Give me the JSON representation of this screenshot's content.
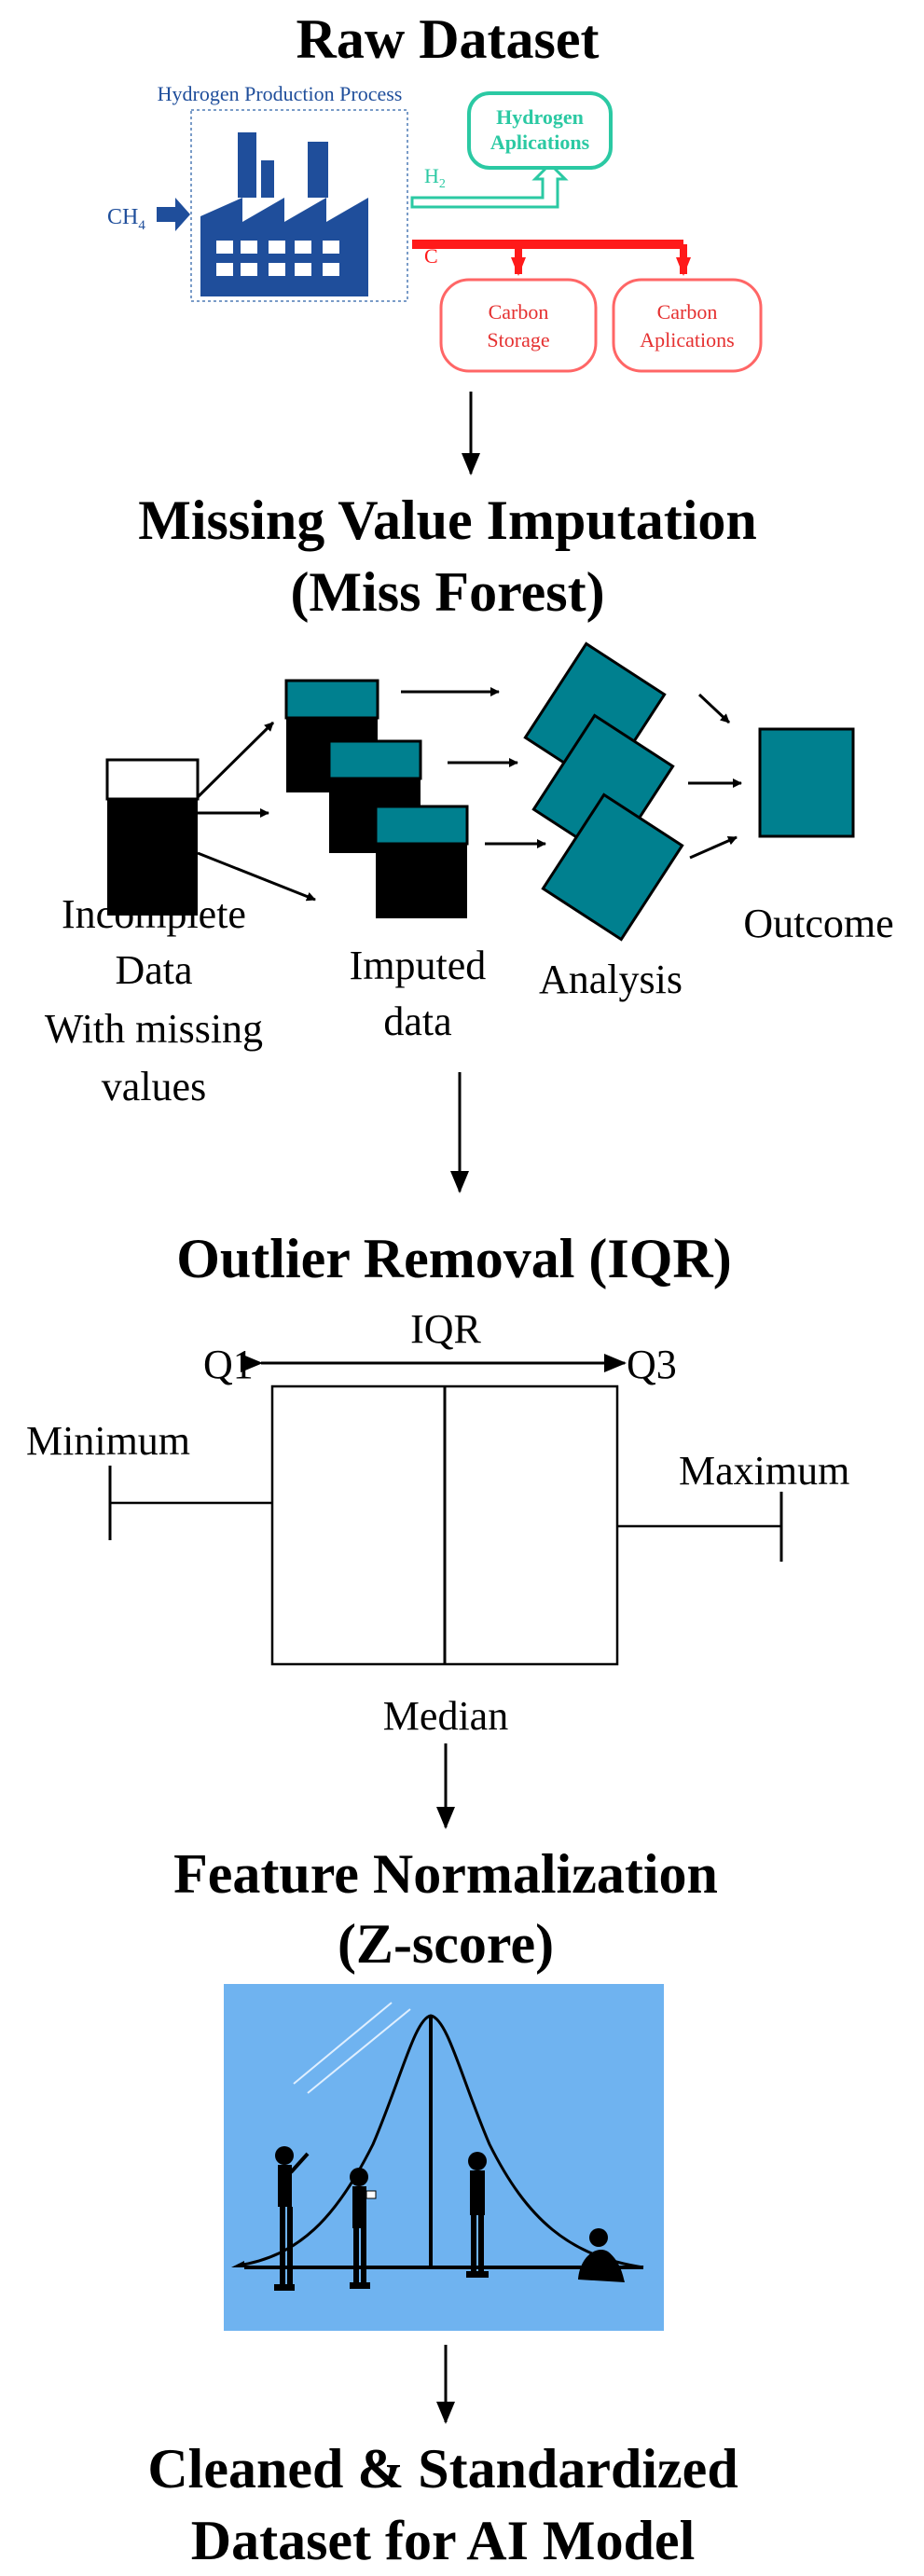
{
  "steps": {
    "raw": {
      "title": "Raw Dataset"
    },
    "mvi": {
      "title_line1": "Missing Value Imputation",
      "title_line2": "(Miss Forest)"
    },
    "outlier": {
      "title": "Outlier Removal (IQR)"
    },
    "norm": {
      "title_line1": "Feature Normalization",
      "title_line2": "(Z-score)"
    },
    "final": {
      "title_line1": "Cleaned & Standardized",
      "title_line2": "Dataset for AI Model"
    }
  },
  "hydrogen_process": {
    "box_title": "Hydrogen Production Process",
    "input_label": "CH",
    "input_sub": "4",
    "h2_label": "H",
    "h2_sub": "2",
    "c_label": "C",
    "hydrogen_apps": [
      "Hydrogen",
      "Aplications"
    ],
    "carbon_storage": [
      "Carbon",
      "Storage"
    ],
    "carbon_apps": [
      "Carbon",
      "Aplications"
    ],
    "colors": {
      "factory": "#1f4e9b",
      "hydrogen": "#2bc9a3",
      "carbon": "#ff1a1a",
      "carbon_text": "#e53030"
    }
  },
  "imputation": {
    "incomplete": [
      "Incomplete",
      "Data",
      "With missing",
      "values"
    ],
    "imputed": [
      "Imputed",
      "data"
    ],
    "analysis": "Analysis",
    "outcome": "Outcome",
    "colors": {
      "teal": "#00808f",
      "dark": "#000000"
    }
  },
  "boxplot": {
    "iqr": "IQR",
    "q1": "Q1",
    "q3": "Q3",
    "minimum": "Minimum",
    "maximum": "Maximum",
    "median": "Median"
  },
  "normalization": {
    "colors": {
      "background": "#6fb3f0"
    }
  }
}
